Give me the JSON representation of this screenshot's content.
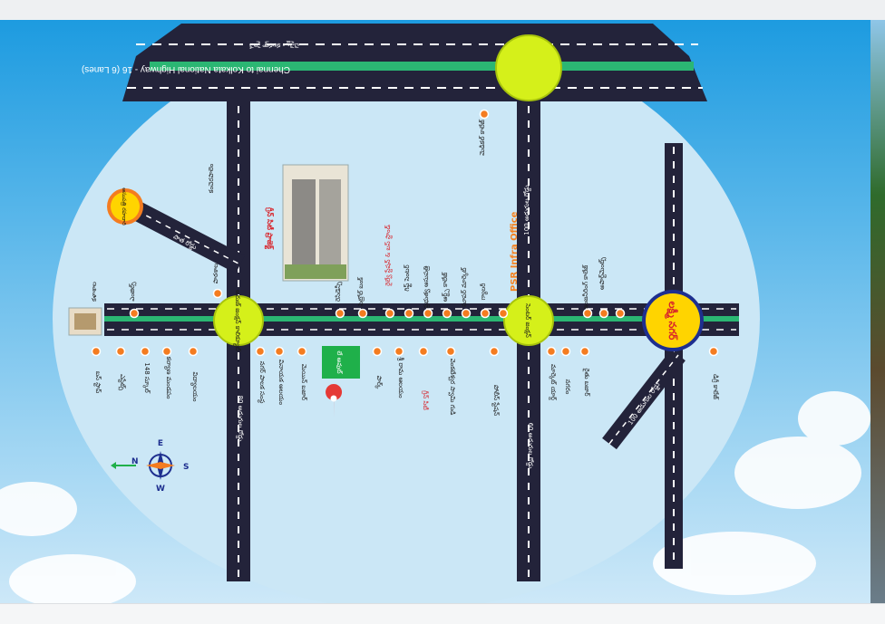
{
  "highway": {
    "english_label": "Chennai to Kolkata National Highway - 16 (6 Lanes)",
    "telugu_label": "చెన్నై - కలకత్తా హైవే"
  },
  "venture": {
    "name": "లక్ష్మీ నగర్",
    "road_label": "100 అడుగుల రోడ్డు"
  },
  "office": {
    "label": "PSR Infra Office"
  },
  "junctions": [
    {
      "id": "highway-junction",
      "label": ""
    },
    {
      "id": "main-junction",
      "label": "అరుణ్ జంక్షన్ కాలిక్యూట్"
    },
    {
      "id": "center-junction",
      "label": "సెంటర్ జంక్షన్"
    }
  ],
  "project": {
    "label": "గ్రీన్ సిటీ ప్రాజెక్ట్",
    "badge": "లే అవుట్"
  },
  "hospital": {
    "label": "ఆసుపత్రి రహదారి"
  },
  "compass": {
    "n": "N",
    "e": "E",
    "s": "S",
    "w": "W"
  },
  "landmarks_upper": [
    "కళాశాల",
    "ఎంజిల్స్",
    "పాఠశాల",
    "రెసిడెన్సీ",
    "పెట్రోల్ బంక్",
    "గిఫ్ట్ సెంటర్",
    "రైల్వే స్టేషన్ & బస్ స్టాండ్",
    "ప్రభుత్వ ఆసుపత్రి",
    "ఆర్ట్స్ కాలేజ్",
    "సూపర్ మార్కెట్",
    "గ్యాలరీ",
    "మెడికల్ కాలేజ్",
    "ఇంజనీరింగ్ కాలేజ్",
    "అపార్ట్‌మెంట్స్"
  ],
  "landmarks_lower": [
    "బస్ స్టాప్",
    "ఎస్టేట్స్",
    "148 స్కూల్",
    "కల్యాణ మండపం",
    "విద్యాలయం",
    "నగర్ పాలక సంస్థ",
    "వినాయక ఆలయం",
    "మెయిన్ బజార్",
    "పార్క్",
    "శ్రీ రామ ఆలయం",
    "గ్రీన్ సిటీ",
    "వెంకటేశ్వర స్వామి గుడి",
    "పోలీస్ స్టేషన్",
    "మార్కెట్ యార్డ్",
    "నగరం",
    "రైతు బజార్",
    "డిగ్రీ కాలేజ్"
  ],
  "road_labels": [
    "100 అడుగుల రోడ్డు",
    "60 అడుగుల రోడ్డు",
    "80 అడుగుల రోడ్డు",
    "కంచెరపాలెం",
    "పాత రోడ్డు"
  ],
  "colors": {
    "sky": "#1d9be0",
    "map_bg": "#cbe7f6",
    "road": "#23233a",
    "median": "#2bb673",
    "circle": "#d5f01a",
    "marker": "#f47c20",
    "office_text": "#f58220",
    "venture_red": "#d8232a",
    "venture_yellow": "#ffd400",
    "venture_blue": "#1e2f8f",
    "badge_green": "#1fb04a",
    "pin_red": "#e53935"
  }
}
